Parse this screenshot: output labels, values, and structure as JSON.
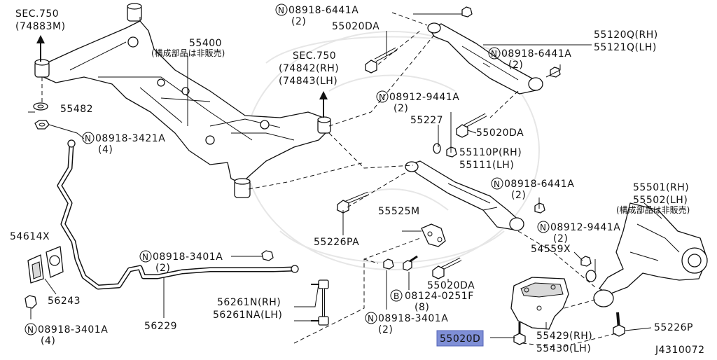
{
  "callouts": [
    {
      "id": "sec750a-1",
      "text": "SEC.750"
    },
    {
      "id": "sec750a-2",
      "text": "(74883M)"
    },
    {
      "id": "p55400-1",
      "text": "55400"
    },
    {
      "id": "p55400-2",
      "text": "(構成部品は非販売)"
    },
    {
      "id": "sec750b-1",
      "text": "SEC.750"
    },
    {
      "id": "sec750b-2",
      "text": "(74842(RH)"
    },
    {
      "id": "sec750b-3",
      "text": "(74843(LH)"
    },
    {
      "id": "p55482",
      "text": "55482"
    },
    {
      "id": "n3421a",
      "text": "08918-3421A"
    },
    {
      "id": "n3421a-q",
      "text": "(4)"
    },
    {
      "id": "n6441a-top",
      "text": "08918-6441A"
    },
    {
      "id": "n6441a-top-q",
      "text": "(2)"
    },
    {
      "id": "p55020da-top",
      "text": "55020DA"
    },
    {
      "id": "p55120q",
      "text": "55120Q(RH)"
    },
    {
      "id": "p55121q",
      "text": "55121Q(LH)"
    },
    {
      "id": "n6441a-mid",
      "text": "08918-6441A"
    },
    {
      "id": "n6441a-mid-q",
      "text": "(2)"
    },
    {
      "id": "n9441a-mid",
      "text": "08912-9441A"
    },
    {
      "id": "n9441a-mid-q",
      "text": "(2)"
    },
    {
      "id": "p55227",
      "text": "55227"
    },
    {
      "id": "p55020da-mid",
      "text": "55020DA"
    },
    {
      "id": "p55110p",
      "text": "55110P(RH)"
    },
    {
      "id": "p55111",
      "text": "55111(LH)"
    },
    {
      "id": "n6441a-low",
      "text": "08918-6441A"
    },
    {
      "id": "n6441a-low-q",
      "text": "(2)"
    },
    {
      "id": "p55501",
      "text": "55501(RH)"
    },
    {
      "id": "p55502",
      "text": "55502(LH)"
    },
    {
      "id": "p55501-note",
      "text": "(構成部品は非販売)"
    },
    {
      "id": "p54614x",
      "text": "54614X"
    },
    {
      "id": "p56243",
      "text": "56243"
    },
    {
      "id": "n3401a-left",
      "text": "08918-3401A"
    },
    {
      "id": "n3401a-left-q",
      "text": "(4)"
    },
    {
      "id": "n3401a-mid",
      "text": "08918-3401A"
    },
    {
      "id": "n3401a-mid-q",
      "text": "(2)"
    },
    {
      "id": "p56229",
      "text": "56229"
    },
    {
      "id": "p55525m",
      "text": "55525M"
    },
    {
      "id": "p55226pa",
      "text": "55226PA"
    },
    {
      "id": "n9441a-low",
      "text": "08912-9441A"
    },
    {
      "id": "n9441a-low-q",
      "text": "(2)"
    },
    {
      "id": "p54559x",
      "text": "54559X"
    },
    {
      "id": "p55020da-low",
      "text": "55020DA"
    },
    {
      "id": "b0251f",
      "text": "08124-0251F"
    },
    {
      "id": "b0251f-q",
      "text": "(8)"
    },
    {
      "id": "p56261n",
      "text": "56261N(RH)"
    },
    {
      "id": "p56261na",
      "text": "56261NA(LH)"
    },
    {
      "id": "n3401a-bot",
      "text": "08918-3401A"
    },
    {
      "id": "n3401a-bot-q",
      "text": "(2)"
    },
    {
      "id": "p55429",
      "text": "55429(RH)"
    },
    {
      "id": "p55430",
      "text": "55430(LH)"
    },
    {
      "id": "p55226p",
      "text": "55226P"
    },
    {
      "id": "p55020d",
      "text": "55020D"
    },
    {
      "id": "diagram-code",
      "text": "J4310072"
    }
  ],
  "symbols": {
    "nut_marker": "N",
    "bolt_marker": "B"
  },
  "colors": {
    "highlight": "#7f8fd6",
    "line": "#111111"
  }
}
